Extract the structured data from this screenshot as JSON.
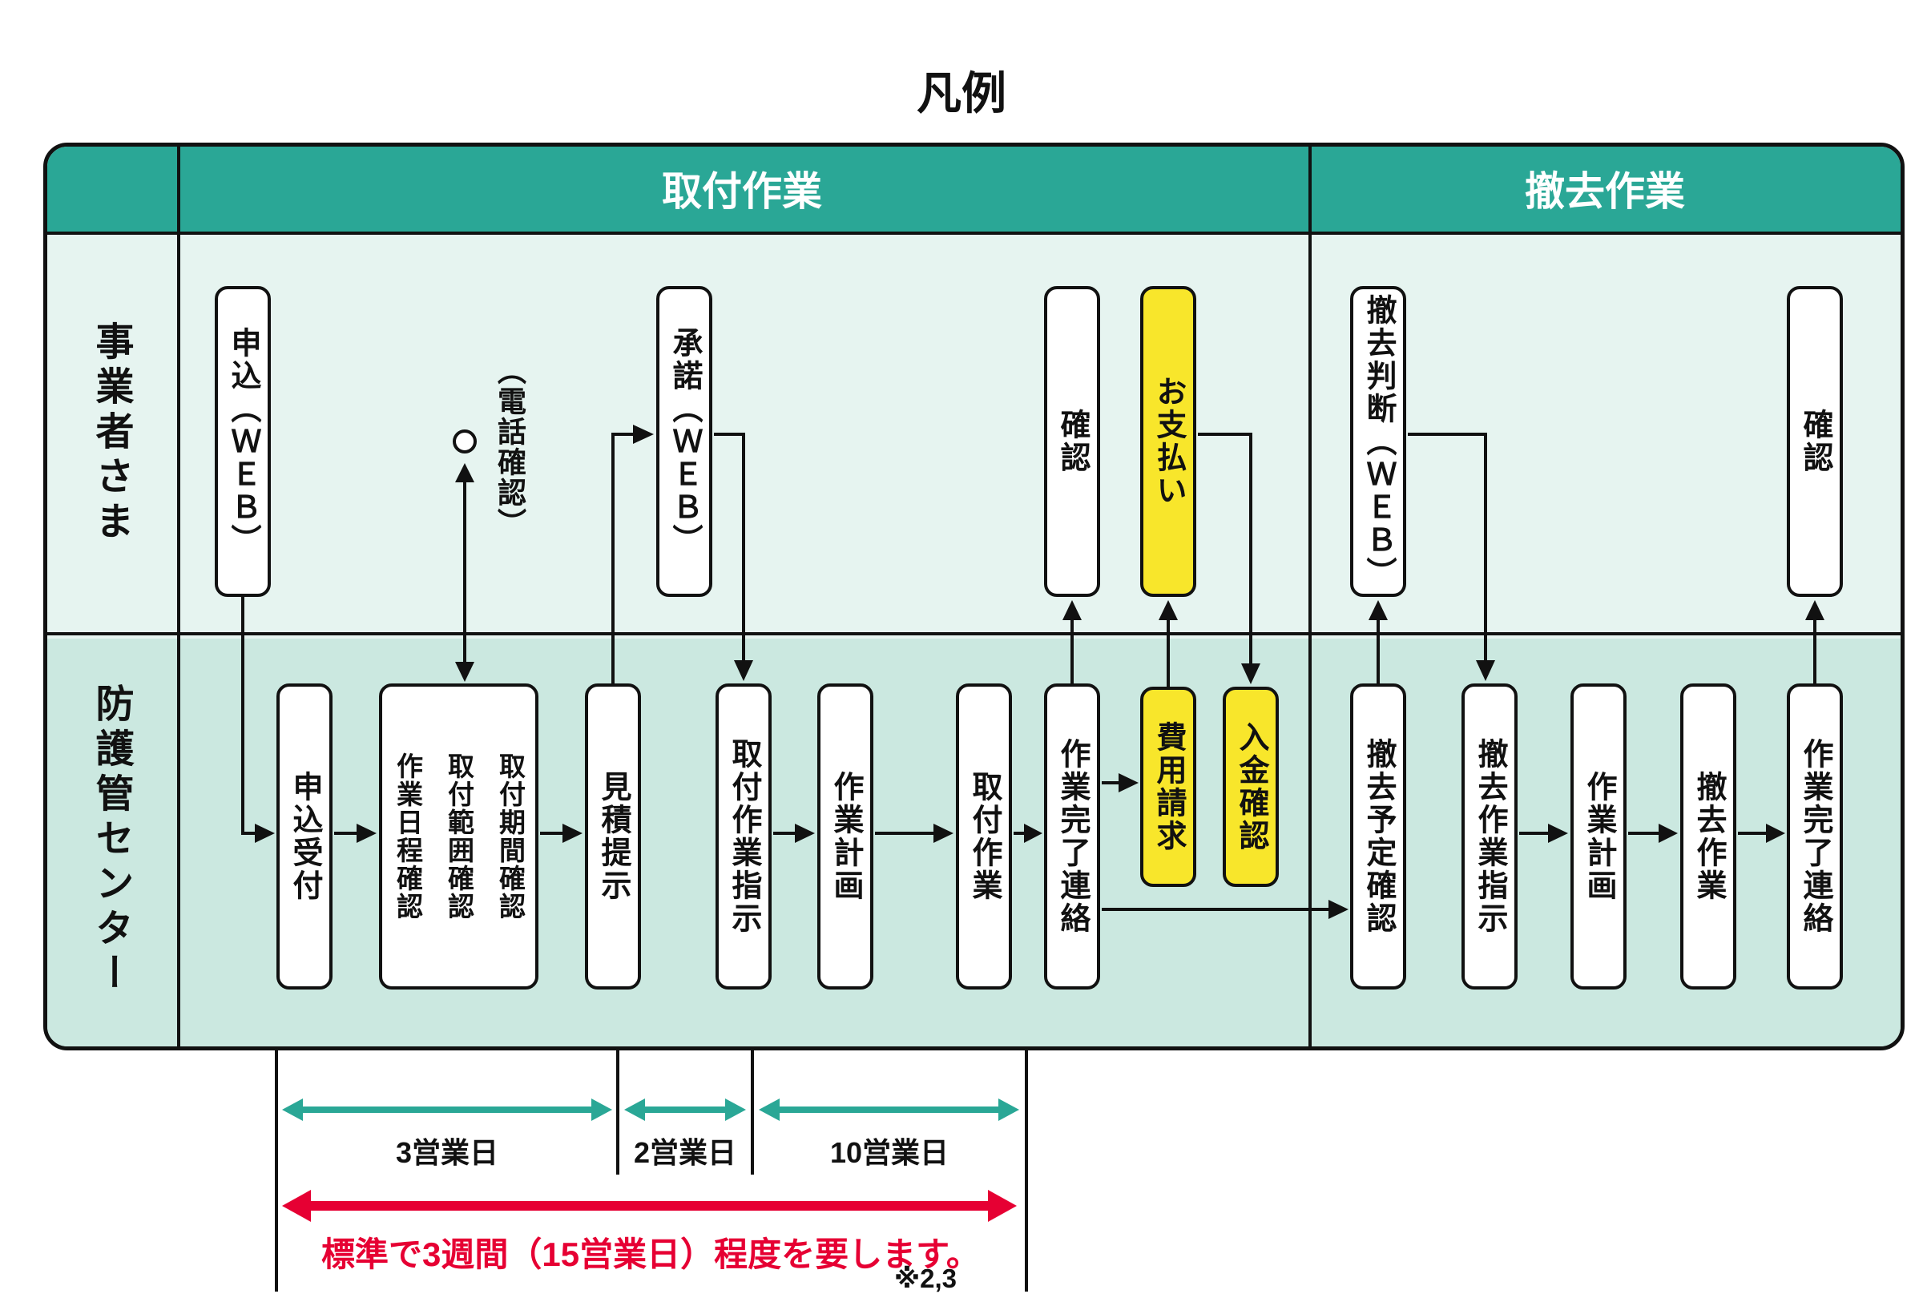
{
  "title": "凡例",
  "header": {
    "install_section": "取付作業",
    "removal_section": "撤去作業"
  },
  "row_labels": {
    "operator": "事業者さま",
    "center": "防護管センター"
  },
  "boxes": {
    "apply_web": "申込（ＷＥＢ）",
    "phone_note": "（電話確認）",
    "accept_web": "承諾（ＷＥＢ）",
    "confirm_install": "確認",
    "payment": "お支払い",
    "removal_decision_web": "撤去判断（ＷＥＢ）",
    "confirm_removal": "確認",
    "apply_reception": "申込受付",
    "install_checks": "取付期間確認\n取付範囲確認\n作業日程確認",
    "estimate": "見積提示",
    "install_instruction": "取付作業指示",
    "work_plan_install": "作業計画",
    "install_work": "取付作業",
    "work_done_install": "作業完了連絡",
    "billing": "費用請求",
    "deposit_confirm": "入金確認",
    "removal_schedule_confirm": "撤去予定確認",
    "removal_instruction": "撤去作業指示",
    "work_plan_removal": "作業計画",
    "removal_work": "撤去作業",
    "work_done_removal": "作業完了連絡"
  },
  "timeline": {
    "segment1": "3営業日",
    "segment2": "2営業日",
    "segment3": "10営業日",
    "total_note": "標準で3週間（15営業日）程度を要します。",
    "footnote": "※2,3"
  },
  "colors": {
    "header_teal": "#2aa796",
    "operator_row_bg": "#e6f4f0",
    "center_row_bg": "#cbe8e0",
    "highlight_yellow": "#f8e62b",
    "duration_red": "#e60033",
    "line_black": "#111111"
  }
}
